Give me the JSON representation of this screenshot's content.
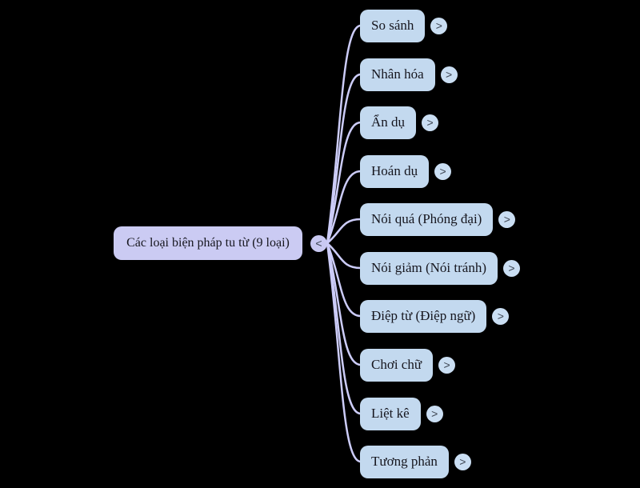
{
  "diagram": {
    "type": "mindmap",
    "root": {
      "label": "Các loại biện pháp tu từ (9 loại)",
      "collapse_glyph": "<"
    },
    "children": [
      {
        "label": "So sánh",
        "expand_glyph": ">"
      },
      {
        "label": "Nhân hóa",
        "expand_glyph": ">"
      },
      {
        "label": "Ẩn dụ",
        "expand_glyph": ">"
      },
      {
        "label": "Hoán dụ",
        "expand_glyph": ">"
      },
      {
        "label": "Nói quá (Phóng đại)",
        "expand_glyph": ">"
      },
      {
        "label": "Nói giảm (Nói tránh)",
        "expand_glyph": ">"
      },
      {
        "label": "Điệp từ (Điệp ngữ)",
        "expand_glyph": ">"
      },
      {
        "label": "Chơi chữ",
        "expand_glyph": ">"
      },
      {
        "label": "Liệt kê",
        "expand_glyph": ">"
      },
      {
        "label": "Tương phản",
        "expand_glyph": ">"
      }
    ],
    "colors": {
      "background": "#000000",
      "root_fill": "#cbcbf3",
      "root_circle_fill": "#c9c9f2",
      "child_fill": "#c3d9ef",
      "child_circle_fill": "#cadef3",
      "curve": "#ccccf8",
      "text": "#16161e",
      "glyph": "#3d4552"
    }
  }
}
